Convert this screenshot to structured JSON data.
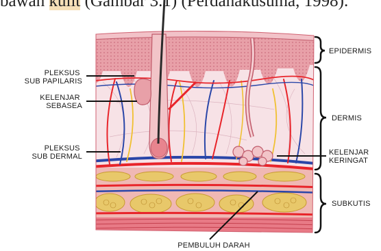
{
  "caption": {
    "pre": "bawah ",
    "highlight": "kulit",
    "post": " (Gambar 3.1) (Perdanakusuma, 1998)."
  },
  "labels": {
    "pleksus_sub_papilaris": [
      "PLEKSUS",
      "SUB PAPILARIS"
    ],
    "kelenjar_sebasea": [
      "KELENJAR",
      "SEBASEA"
    ],
    "pleksus_sub_dermal": [
      "PLEKSUS",
      "SUB DERMAL"
    ],
    "epidermis": "EPIDERMIS",
    "dermis": "DERMIS",
    "kelenjar_keringat": [
      "KELENJAR",
      "KERINGAT"
    ],
    "subkutis": "SUBKUTIS",
    "pembuluh_darah": "PEMBULUH DARAH"
  },
  "colors": {
    "epidermis": "#e8a0a8",
    "dermis": "#f7e2e6",
    "fat": "#e8c86a",
    "artery": "#e8242a",
    "vein": "#2a46a8",
    "nerve": "#f0c030"
  }
}
